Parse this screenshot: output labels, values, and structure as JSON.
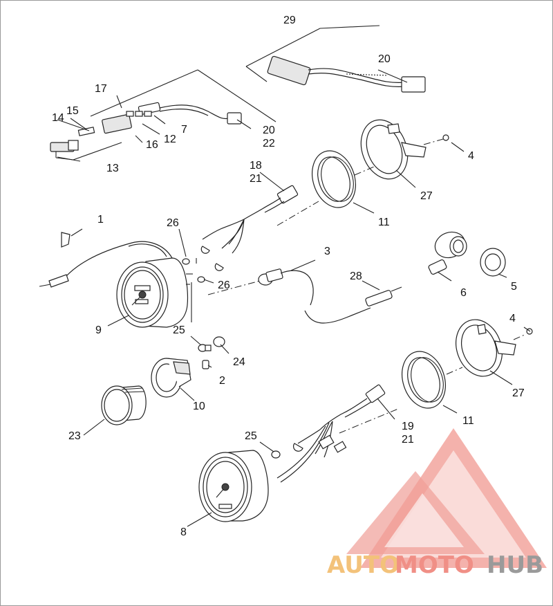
{
  "labels": {
    "n1": "1",
    "n2": "2",
    "n3": "3",
    "n4a": "4",
    "n4b": "4",
    "n5": "5",
    "n6": "6",
    "n7": "7",
    "n8": "8",
    "n9": "9",
    "n10": "10",
    "n11a": "11",
    "n11b": "11",
    "n12": "12",
    "n13": "13",
    "n14": "14",
    "n15": "15",
    "n16": "16",
    "n17": "17",
    "n18": "18",
    "n19": "19",
    "n20a": "20",
    "n20b": "20",
    "n21a": "21",
    "n21b": "21",
    "n22": "22",
    "n23": "23",
    "n24": "24",
    "n25a": "25",
    "n25b": "25",
    "n26a": "26",
    "n26b": "26",
    "n27a": "27",
    "n27b": "27",
    "n28": "28",
    "n29": "29"
  },
  "watermark": {
    "part1": "AUTO",
    "part2": "MOTO",
    "part3": "HUB",
    "color_auto": "#f3c27a",
    "color_moto": "#f08f86",
    "color_hub": "#9a9a9a",
    "logo_color": "#f29a92"
  }
}
